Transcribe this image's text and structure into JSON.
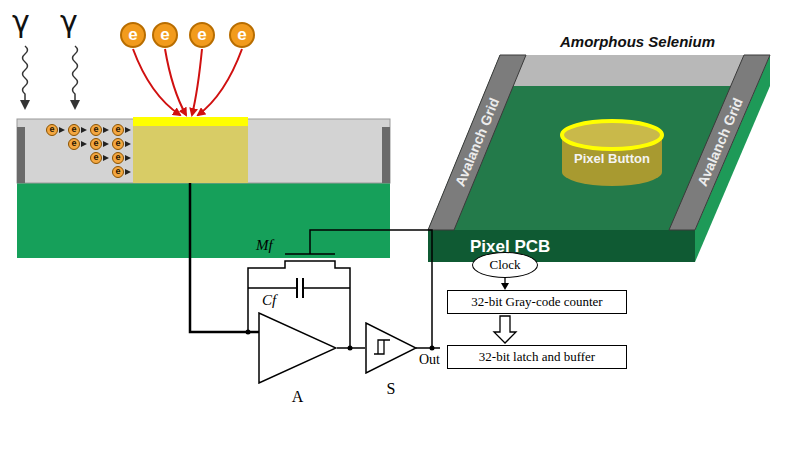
{
  "diagram": {
    "nodes": [
      {
        "text": [
          "e"
        ]
      },
      {
        "text": [
          "e"
        ]
      },
      {
        "text": [
          "e"
        ]
      },
      {
        "text": [
          "e"
        ]
      },
      {
        "text": [
          "e"
        ]
      },
      {
        "text": [
          "e"
        ]
      },
      {
        "text": [
          "e"
        ]
      },
      {
        "text": [
          "e"
        ]
      },
      {
        "text": [
          "e"
        ]
      },
      {
        "text": [
          "e"
        ]
      },
      {
        "text": [
          "e"
        ]
      },
      {
        "text": [
          "e"
        ]
      },
      {
        "text": [
          "e"
        ]
      },
      {
        "text": [
          "e"
        ]
      },
      {
        "text": [
          "A"
        ]
      },
      {
        "text": [
          "S"
        ]
      },
      {
        "text": [
          "Clock"
        ]
      },
      {
        "text": [
          "32-bit Gray-code counter"
        ]
      },
      {
        "text": [
          "32-bit latch and buffer"
        ]
      }
    ],
    "edges": [
      {
        "from": 14,
        "to": 15,
        "arrow": "none"
      },
      {
        "from": 16,
        "to": 17,
        "arrow": "to"
      },
      {
        "from": 17,
        "to": 18,
        "arrow": "to"
      }
    ],
    "labels": [
      "γ",
      "γ",
      "Amorphous Selenium",
      "Avalanch Grid",
      "Avalanch Grid",
      "Pixel Button",
      "Pixel PCB",
      "Mf",
      "Cf",
      "Out"
    ]
  }
}
